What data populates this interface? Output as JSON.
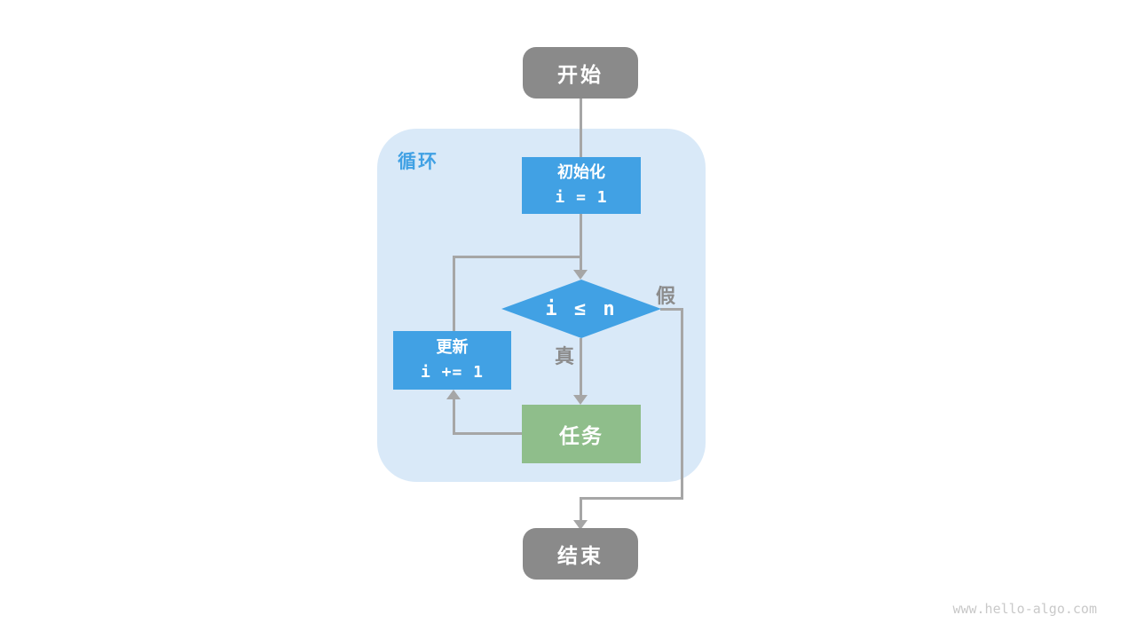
{
  "colors": {
    "blue": "#41a1e4",
    "light-blue": "#d9e9f8",
    "green": "#8fbe8b",
    "node-gray": "#8a8a8a",
    "line-gray": "#a6a6a6",
    "label-gray": "#8c8c8c",
    "watermark-gray": "#c9c9c9"
  },
  "flowchart": {
    "container_label": "循环",
    "nodes": {
      "start": {
        "label": "开始"
      },
      "init": {
        "title": "初始化",
        "code": "i = 1"
      },
      "condition": {
        "code": "i ≤ n"
      },
      "update": {
        "title": "更新",
        "code": "i += 1"
      },
      "task": {
        "label": "任务"
      },
      "end": {
        "label": "结束"
      }
    },
    "edge_labels": {
      "true_branch": "真",
      "false_branch": "假"
    }
  },
  "watermark": "www.hello-algo.com"
}
